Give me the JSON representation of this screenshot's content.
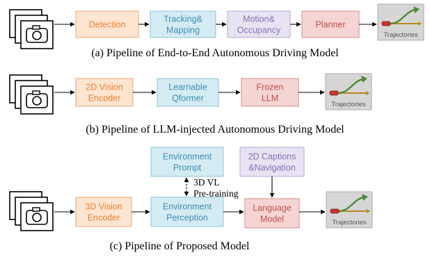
{
  "colors": {
    "orange": {
      "fill": "#fde5d2",
      "stroke": "#f4a46c",
      "text": "#f07f2a"
    },
    "blue": {
      "fill": "#d5ebf3",
      "stroke": "#8cc4d8",
      "text": "#3c8fb0"
    },
    "purple": {
      "fill": "#e8e3f2",
      "stroke": "#b6a8d3",
      "text": "#8872b8"
    },
    "red": {
      "fill": "#f4d5d4",
      "stroke": "#d98a88",
      "text": "#c0504d"
    },
    "traj_bg": "#d6d6d6"
  },
  "rows": [
    {
      "caption": "(a) Pipeline of End-to-End Autonomous Driving Model",
      "boxes": [
        {
          "name": "detection-box",
          "color": "orange",
          "lines": [
            "Detection"
          ]
        },
        {
          "name": "tracking-mapping-box",
          "color": "blue",
          "lines": [
            "Tracking&",
            "Mapping"
          ]
        },
        {
          "name": "motion-occupancy-box",
          "color": "purple",
          "lines": [
            "Motion&",
            "Occupancy"
          ]
        },
        {
          "name": "planner-box",
          "color": "red",
          "lines": [
            "Planner"
          ]
        }
      ],
      "output_label": "Trajectories"
    },
    {
      "caption": "(b) Pipeline of LLM-injected Autonomous Driving Model",
      "boxes": [
        {
          "name": "2d-vision-encoder-box",
          "color": "orange",
          "lines": [
            "2D Vision",
            "Encoder"
          ]
        },
        {
          "name": "learnable-qformer-box",
          "color": "blue",
          "lines": [
            "Learnable",
            "Qformer"
          ]
        },
        {
          "name": "frozen-llm-box",
          "color": "red",
          "lines": [
            "Frozen",
            "LLM"
          ]
        }
      ],
      "output_label": "Trajectories"
    },
    {
      "caption": "(c) Pipeline of Proposed Model",
      "boxes": [
        {
          "name": "3d-vision-encoder-box",
          "color": "orange",
          "lines": [
            "3D Vision",
            "Encoder"
          ]
        },
        {
          "name": "environment-perception-box",
          "color": "blue",
          "lines": [
            "Environment",
            "Perception"
          ]
        },
        {
          "name": "language-model-box",
          "color": "red",
          "lines": [
            "Language",
            "Model"
          ]
        }
      ],
      "extra_boxes": [
        {
          "name": "environment-prompt-box",
          "color": "blue",
          "lines": [
            "Environment",
            "Prompt"
          ]
        },
        {
          "name": "2d-captions-navigation-box",
          "color": "purple",
          "lines": [
            "2D Captions",
            "&Navigation"
          ]
        }
      ],
      "pretraining_label": [
        "3D VL",
        "Pre-training"
      ],
      "output_label": "Trajectories"
    }
  ]
}
